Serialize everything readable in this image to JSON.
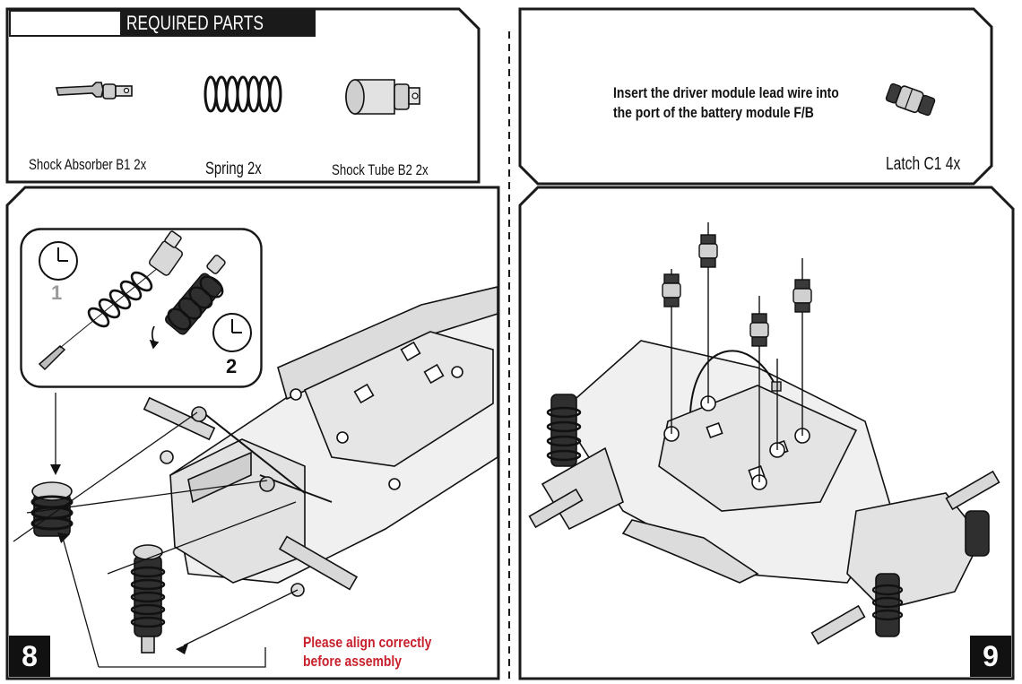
{
  "required_parts": {
    "title": "REQUIRED PARTS",
    "items": [
      {
        "label": "Shock Absorber B1  2x",
        "icon": "shock-absorber-icon"
      },
      {
        "label": "Spring  2x",
        "icon": "spring-icon"
      },
      {
        "label": "Shock Tube B2  2x",
        "icon": "shock-tube-icon"
      }
    ]
  },
  "step9_parts": {
    "instruction_line1": "Insert the driver module lead wire into",
    "instruction_line2": "the port of the battery module F/B",
    "latch_label": "Latch C1  4x"
  },
  "step8": {
    "number": "8",
    "sub_step_1": "1",
    "sub_step_2": "2",
    "note_line1": "Please align correctly",
    "note_line2": "before assembly"
  },
  "step9": {
    "number": "9"
  },
  "colors": {
    "frame": "#1a1a1a",
    "note_red": "#c8202c",
    "part_gray": "#9a9a9a"
  }
}
